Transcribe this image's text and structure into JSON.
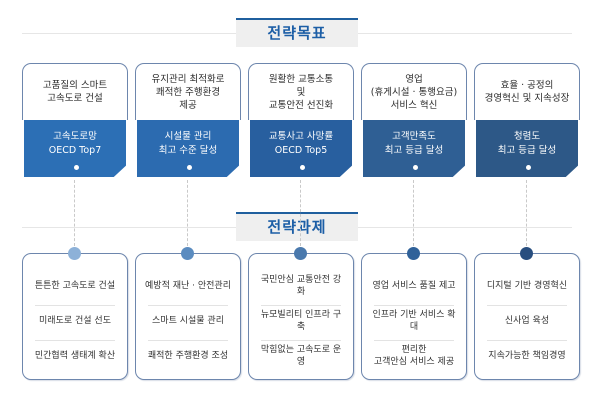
{
  "sections": {
    "goals_title": "전략목표",
    "tasks_title": "전략과제"
  },
  "colors": {
    "title_text": "#1c5ea6",
    "title_bar": "#1f5f9e",
    "goal_fills": [
      "#2c6fb5",
      "#2c6bb0",
      "#285f9f",
      "#2f5f94",
      "#2d5887"
    ],
    "task_dots": [
      "#8db1d8",
      "#5b8cc0",
      "#4a79ad",
      "#2f6199",
      "#284e7f"
    ]
  },
  "goals": [
    {
      "vision": "고품질의 스마트\n고속도로 건설",
      "target": "고속도로망\nOECD Top7"
    },
    {
      "vision": "유지관리 최적화로\n쾌적한 주행환경\n제공",
      "target": "시설물 관리\n최고 수준 달성"
    },
    {
      "vision": "원활한 교통소통\n및\n교통안전 선진화",
      "target": "교통사고 사망률\nOECD Top5"
    },
    {
      "vision": "영업\n(휴게시설 · 통행요금)\n서비스 혁신",
      "target": "고객만족도\n최고 등급 달성"
    },
    {
      "vision": "효율 · 공정의\n경영혁신 및 지속성장",
      "target": "청렴도\n최고 등급 달성"
    }
  ],
  "tasks": [
    {
      "items": [
        "튼튼한 고속도로 건설",
        "미래도로 건설 선도",
        "민간협력 생태계 확산"
      ]
    },
    {
      "items": [
        "예방적 재난 · 안전관리",
        "스마트 시설물 관리",
        "쾌적한 주행환경 조성"
      ]
    },
    {
      "items": [
        "국민안심 교통안전 강화",
        "뉴모빌리티 인프라 구축",
        "막힘없는 고속도로 운영"
      ]
    },
    {
      "items": [
        "영업 서비스 품질 제고",
        "인프라 기반 서비스 확대",
        "편리한\n고객안심 서비스 제공"
      ]
    },
    {
      "items": [
        "디지털 기반 경영혁신",
        "신사업 육성",
        "지속가능한 책임경영"
      ]
    }
  ]
}
